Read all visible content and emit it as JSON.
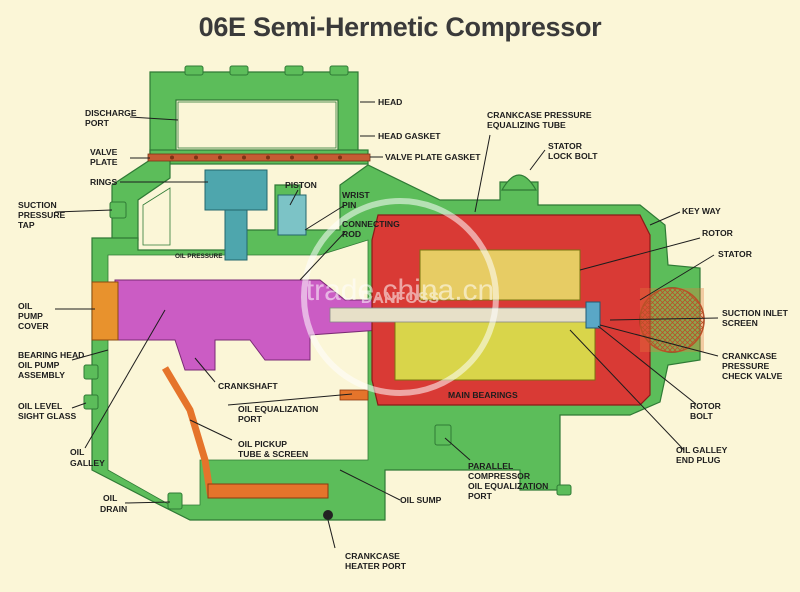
{
  "title": "06E Semi-Hermetic Compressor",
  "watermark": {
    "text": "trade.china.cn",
    "stamp_text": "DANFOSS"
  },
  "colors": {
    "background": "#fbf6d7",
    "casing": "#5cbd5a",
    "casing_outline": "#2f7a35",
    "stator": "#d93a35",
    "rotor": "#d9d54a",
    "crankshaft": "#cb5cc4",
    "oil_tube": "#e5742b",
    "interior": "#fff7c9"
  },
  "labels": {
    "discharge_port": [
      "DISCHARGE",
      "PORT"
    ],
    "valve_plate": [
      "VALVE",
      "PLATE"
    ],
    "rings": [
      "RINGS"
    ],
    "suction_pressure_tap": [
      "SUCTION",
      "PRESSURE",
      "TAP"
    ],
    "oil_pump_cover": [
      "OIL",
      "PUMP",
      "COVER"
    ],
    "bearing_head": [
      "BEARING HEAD",
      "OIL PUMP",
      "ASSEMBLY"
    ],
    "oil_level_sight_glass": [
      "OIL LEVEL",
      "SIGHT GLASS"
    ],
    "oil_galley": [
      "OIL",
      "GALLEY"
    ],
    "oil_drain": [
      "OIL",
      "DRAIN"
    ],
    "oil_pressure": [
      "OIL PRESSURE"
    ],
    "head": [
      "HEAD"
    ],
    "head_gasket": [
      "HEAD GASKET"
    ],
    "valve_plate_gasket": [
      "VALVE PLATE GASKET"
    ],
    "piston": [
      "PISTON"
    ],
    "wrist_pin": [
      "WRIST",
      "PIN"
    ],
    "connecting_rod": [
      "CONNECTING",
      "ROD"
    ],
    "crankshaft": [
      "CRANKSHAFT"
    ],
    "oil_equalization_port": [
      "OIL EQUALIZATION",
      "PORT"
    ],
    "oil_pickup": [
      "OIL PICKUP",
      "TUBE & SCREEN"
    ],
    "oil_sump": [
      "OIL SUMP"
    ],
    "crankcase_heater_port": [
      "CRANKCASE",
      "HEATER PORT"
    ],
    "crankcase_pressure_equalizing_tube": [
      "CRANKCASE PRESSURE",
      "EQUALIZING TUBE"
    ],
    "stator_lock_bolt": [
      "STATOR",
      "LOCK BOLT"
    ],
    "key_way": [
      "KEY WAY"
    ],
    "rotor": [
      "ROTOR"
    ],
    "stator": [
      "STATOR"
    ],
    "suction_inlet_screen": [
      "SUCTION INLET",
      "SCREEN"
    ],
    "crankcase_pressure_check_valve": [
      "CRANKCASE",
      "PRESSURE",
      "CHECK VALVE"
    ],
    "rotor_bolt": [
      "ROTOR",
      "BOLT"
    ],
    "oil_galley_end_plug": [
      "OIL GALLEY",
      "END PLUG"
    ],
    "main_bearings": [
      "MAIN BEARINGS"
    ],
    "parallel_compressor": [
      "PARALLEL",
      "COMPRESSOR",
      "OIL EQUALIZATION",
      "PORT"
    ]
  }
}
